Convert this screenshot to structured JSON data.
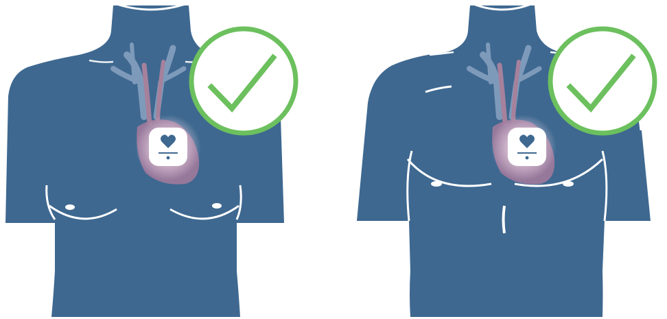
{
  "colors": {
    "torso": "#3e6890",
    "torso_line": "#ffffff",
    "vessels": "#8aa3c2",
    "artery": "#b9869f",
    "heart": "#a07a9c",
    "heart_glow": "#f3dcea",
    "device_bg": "#ffffff",
    "device_icon": "#3e6890",
    "check": "#6cc05e"
  },
  "figures": [
    {
      "id": "left",
      "build": "soft",
      "device": "heart-monitor",
      "status": "approved"
    },
    {
      "id": "right",
      "build": "muscular",
      "device": "heart-monitor",
      "status": "approved"
    }
  ],
  "icons": {
    "device_icon": "heart-icon",
    "status_icon": "checkmark-icon"
  }
}
